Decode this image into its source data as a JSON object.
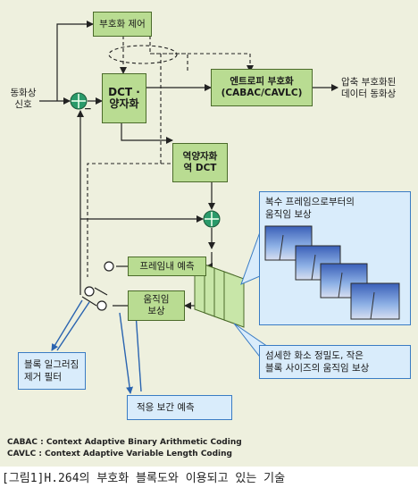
{
  "blocks": {
    "coding_control": "부호화 제어",
    "dct_quant": "DCT ·\n양자화",
    "entropy": "엔트로피 부호화\n(CABAC/CAVLC)",
    "inverse": "역양자화\n역 DCT",
    "intra": "프레임내 예측",
    "motion": "움직임\n보상"
  },
  "labels": {
    "input": "동화상\n신호",
    "output": "압축 부호화된\n데이터 동화상",
    "minus": "−"
  },
  "callouts": {
    "multi_frame": "복수 프레임으로부터의\n움직임 보상",
    "fine_pixel": "섬세한 화소 정밀도, 작은\n블록 사이즈의 움직임 보상",
    "deblock": "블록 일그러짐\n제거 필터",
    "interp": "적응 보간 예측"
  },
  "legend": {
    "cabac": "CABAC : Context Adaptive Binary Arithmetic Coding",
    "cavlc": "CAVLC : Context Adaptive Variable Length Coding"
  },
  "caption": "[그림1]H.264의 부호화 블록도와 이용되고 있는 기술",
  "colors": {
    "block_fill": "#b9dc92",
    "callout_fill": "#d9ecfb",
    "callout_border": "#3a7cc4",
    "adder_fill": "#2a9a6a"
  }
}
